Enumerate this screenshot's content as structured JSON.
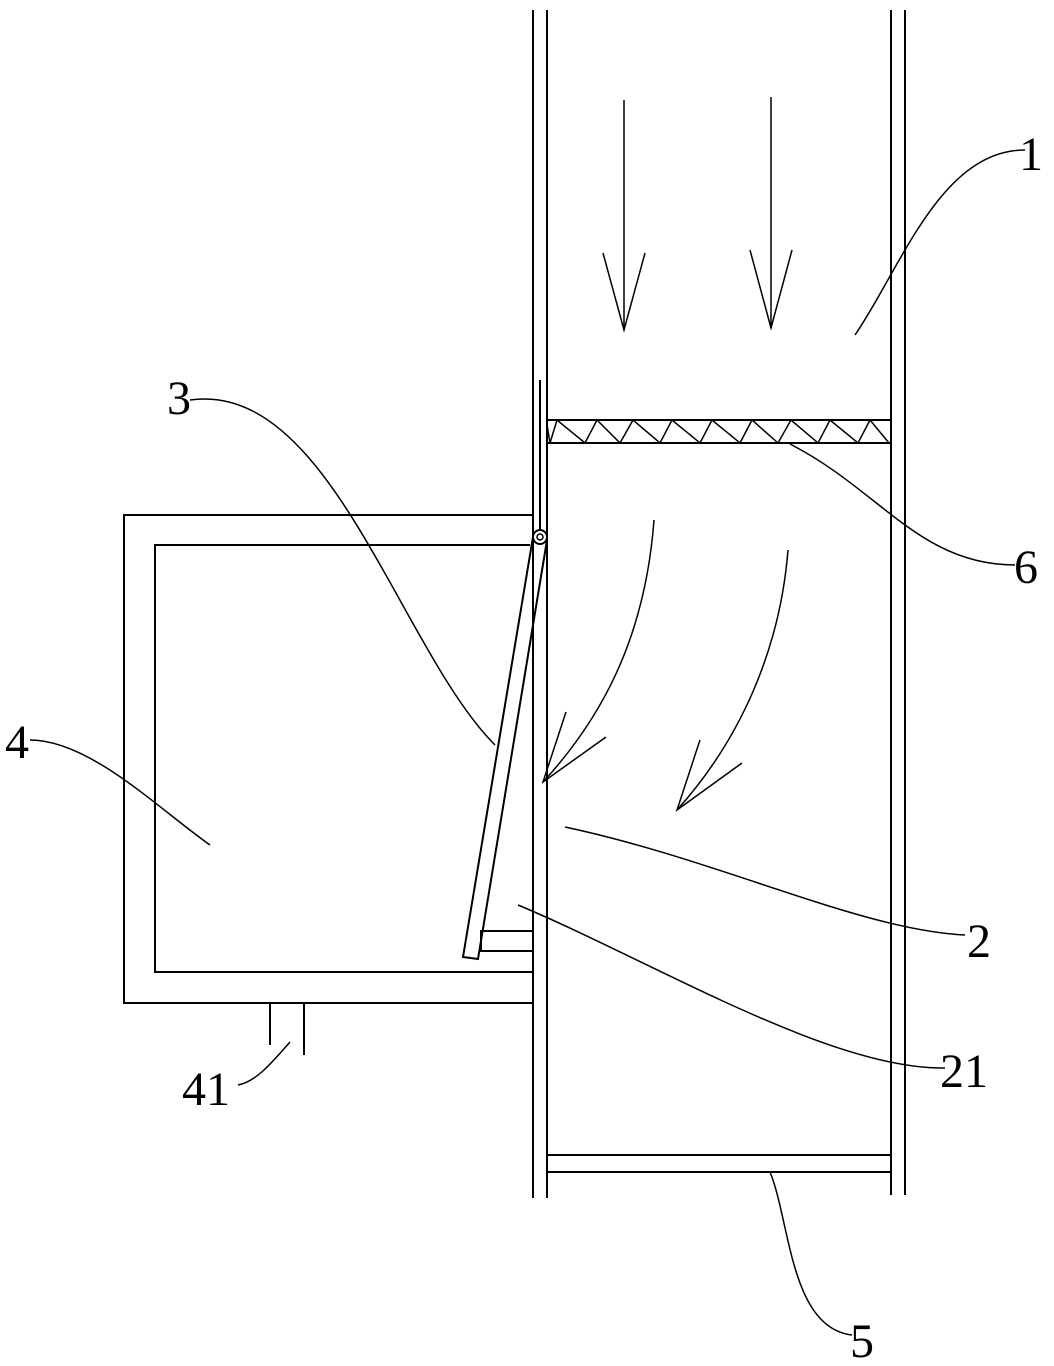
{
  "labels": {
    "l1": "1",
    "l2": "2",
    "l3": "3",
    "l4": "4",
    "l5": "5",
    "l6": "6",
    "l21": "21",
    "l41": "41"
  }
}
